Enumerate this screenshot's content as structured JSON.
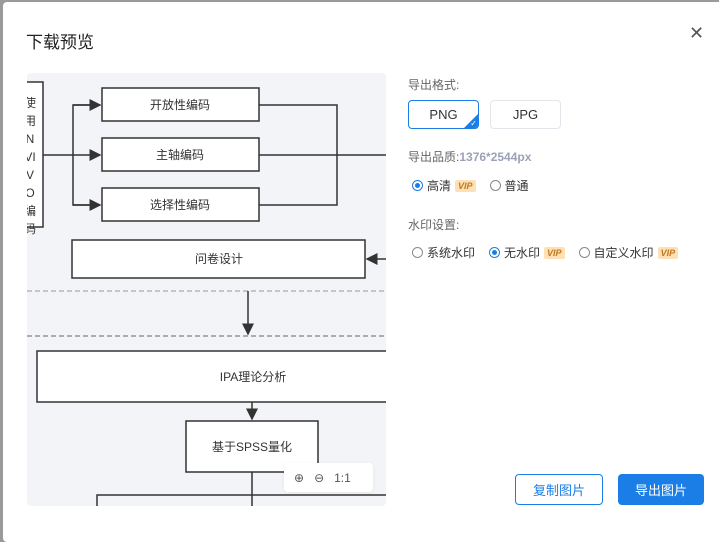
{
  "dialog": {
    "title": "下载预览",
    "close_icon": "close-icon"
  },
  "preview": {
    "diagram": {
      "side_label": [
        "使",
        "用",
        "N",
        "VI",
        "V",
        "O",
        "编",
        "码"
      ],
      "boxes": [
        "开放性编码",
        "主轴编码",
        "选择性编码",
        "问卷设计",
        "IPA理论分析",
        "基于SPSS量化"
      ]
    },
    "zoom": {
      "zoom_in_icon": "zoom-in-icon",
      "zoom_out_icon": "zoom-out-icon",
      "reset_label": "1:1"
    }
  },
  "settings": {
    "format_label": "导出格式:",
    "formats": [
      {
        "label": "PNG",
        "selected": true
      },
      {
        "label": "JPG",
        "selected": false
      }
    ],
    "quality_label": "导出品质:",
    "quality_value": "1376*2544px",
    "quality_options": [
      {
        "label": "高清",
        "vip": "VIP",
        "selected": true
      },
      {
        "label": "普通",
        "selected": false
      }
    ],
    "watermark_label": "水印设置:",
    "watermark_options": [
      {
        "label": "系统水印",
        "selected": false
      },
      {
        "label": "无水印",
        "vip": "VIP",
        "selected": true
      },
      {
        "label": "自定义水印",
        "vip": "VIP",
        "selected": false
      }
    ]
  },
  "actions": {
    "copy": "复制图片",
    "export": "导出图片"
  },
  "colors": {
    "accent": "#1a7ee6",
    "vip_bg": "#fde0b5",
    "preview_bg": "#f3f4f8"
  }
}
